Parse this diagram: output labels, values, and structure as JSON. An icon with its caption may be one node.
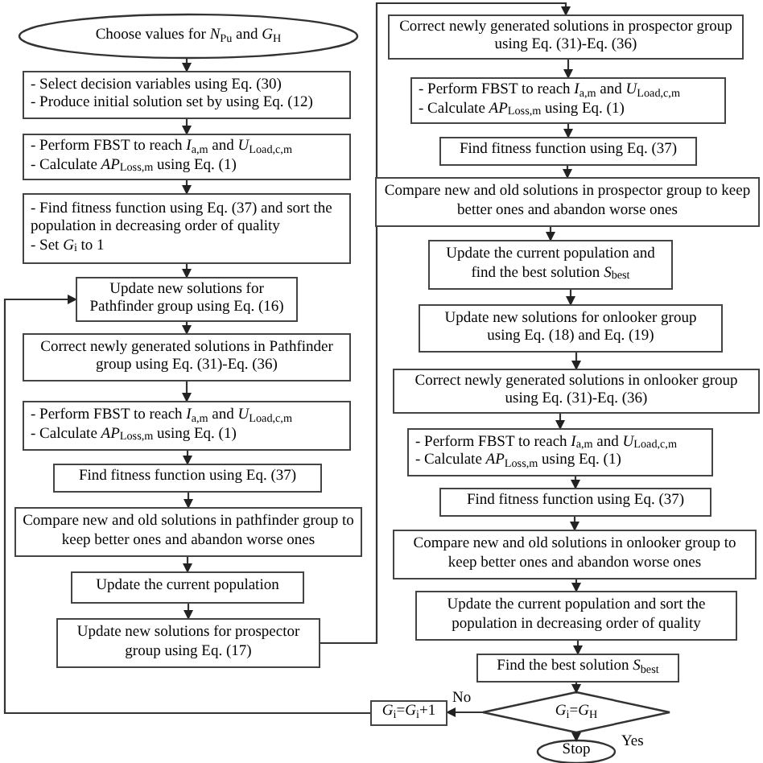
{
  "diagram": {
    "nodes": [
      {
        "text": [
          "Choose values for *N*$_{Pu}$ and *G*$_{H}$"
        ]
      },
      {
        "text": [
          "- Select decision variables using Eq. (30)",
          "- Produce initial solution set by using Eq. (12)"
        ]
      },
      {
        "text": [
          "- Perform FBST to reach *I*$_{a,m}$ and *U*$_{Load,c,m}$",
          "- Calculate *AP*$_{Loss,m}$ using Eq. (1)"
        ]
      },
      {
        "text": [
          "- Find fitness function using Eq. (37) and sort the population in decreasing order of quality",
          "- Set *G*$_{i}$ to 1"
        ]
      },
      {
        "text": [
          "Update new solutions for Pathfinder group using Eq. (16)"
        ]
      },
      {
        "text": [
          "Correct newly generated solutions in Pathfinder group using Eq. (31)-Eq. (36)"
        ]
      },
      {
        "text": [
          "- Perform FBST to reach *I*$_{a,m}$ and *U*$_{Load,c,m}$",
          "- Calculate *AP*$_{Loss,m}$ using Eq. (1)"
        ]
      },
      {
        "text": [
          "Find fitness function using Eq. (37)"
        ]
      },
      {
        "text": [
          "Compare new and old solutions in pathfinder group to keep better ones and abandon worse ones"
        ]
      },
      {
        "text": [
          "Update the current population"
        ]
      },
      {
        "text": [
          "Update new solutions for prospector group using Eq. (17)"
        ]
      },
      {
        "text": [
          "Correct newly generated solutions in prospector group using Eq. (31)-Eq. (36)"
        ]
      },
      {
        "text": [
          "- Perform FBST to reach *I*$_{a,m}$ and *U*$_{Load,c,m}$",
          "- Calculate *AP*$_{Loss,m}$ using Eq. (1)"
        ]
      },
      {
        "text": [
          "Find fitness function using Eq. (37)"
        ]
      },
      {
        "text": [
          "Compare new and old solutions in prospector group to keep better ones and abandon worse ones"
        ]
      },
      {
        "text": [
          "Update the current population and find the best solution *S*$_{best}$"
        ]
      },
      {
        "text": [
          "Update new solutions for onlooker group using Eq. (18) and Eq. (19)"
        ]
      },
      {
        "text": [
          "Correct newly generated solutions in onlooker group using Eq. (31)-Eq. (36)"
        ]
      },
      {
        "text": [
          "- Perform FBST to reach *I*$_{a,m}$ and *U*$_{Load,c,m}$",
          "- Calculate *AP*$_{Loss,m}$ using Eq. (1)"
        ]
      },
      {
        "text": [
          "Find fitness function using Eq. (37)"
        ]
      },
      {
        "text": [
          "Compare new and old solutions in onlooker group to keep better ones and abandon worse ones"
        ]
      },
      {
        "text": [
          "Update the current population and sort the population in decreasing order of quality"
        ]
      },
      {
        "text": [
          "Find the best solution *S*$_{best}$"
        ]
      },
      {
        "text": [
          "*G*$_{i}$=*G*$_{H}$"
        ]
      },
      {
        "text": [
          "*G*$_{i}$=*G*$_{i}$+1"
        ]
      },
      {
        "text": [
          "Stop"
        ]
      }
    ],
    "edges": [
      {
        "from": 0,
        "to": 1,
        "arrow": "to"
      },
      {
        "from": 1,
        "to": 2,
        "arrow": "to"
      },
      {
        "from": 2,
        "to": 3,
        "arrow": "to"
      },
      {
        "from": 3,
        "to": 4,
        "arrow": "to"
      },
      {
        "from": 4,
        "to": 5,
        "arrow": "to"
      },
      {
        "from": 5,
        "to": 6,
        "arrow": "to"
      },
      {
        "from": 6,
        "to": 7,
        "arrow": "to"
      },
      {
        "from": 7,
        "to": 8,
        "arrow": "to"
      },
      {
        "from": 8,
        "to": 9,
        "arrow": "to"
      },
      {
        "from": 9,
        "to": 10,
        "arrow": "to"
      },
      {
        "from": 10,
        "to": 11,
        "arrow": "to"
      },
      {
        "from": 11,
        "to": 12,
        "arrow": "to"
      },
      {
        "from": 12,
        "to": 13,
        "arrow": "to"
      },
      {
        "from": 13,
        "to": 14,
        "arrow": "to"
      },
      {
        "from": 14,
        "to": 15,
        "arrow": "to"
      },
      {
        "from": 15,
        "to": 16,
        "arrow": "to"
      },
      {
        "from": 16,
        "to": 17,
        "arrow": "to"
      },
      {
        "from": 17,
        "to": 18,
        "arrow": "to"
      },
      {
        "from": 18,
        "to": 19,
        "arrow": "to"
      },
      {
        "from": 19,
        "to": 20,
        "arrow": "to"
      },
      {
        "from": 20,
        "to": 21,
        "arrow": "to"
      },
      {
        "from": 21,
        "to": 22,
        "arrow": "to"
      },
      {
        "from": 22,
        "to": 23,
        "arrow": "to"
      },
      {
        "from": 23,
        "to": 24,
        "arrow": "to",
        "label": "No"
      },
      {
        "from": 24,
        "to": 4,
        "arrow": "to"
      },
      {
        "from": 23,
        "to": 25,
        "arrow": "to",
        "label": "Yes"
      }
    ]
  }
}
